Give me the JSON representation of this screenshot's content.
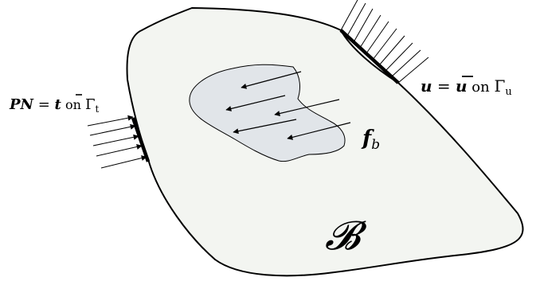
{
  "body_symbol": "𝓑",
  "traction_label": {
    "lhs": "PN",
    "equals": " = ",
    "value": "t",
    "on": " on ",
    "boundary": "Γ",
    "sub": "t"
  },
  "displacement_label": {
    "lhs": "u",
    "equals": " = ",
    "value": "u",
    "on": " on ",
    "boundary": "Γ",
    "sub": "u"
  },
  "body_force_label": {
    "symbol": "f",
    "sub": "b"
  },
  "colors": {
    "body_fill": "#f3f5f1",
    "region_fill": "#e1e5e9",
    "stroke": "#000000"
  }
}
